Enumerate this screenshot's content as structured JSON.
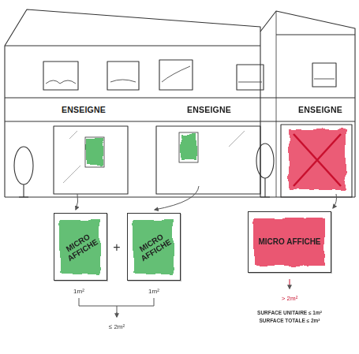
{
  "diagram": {
    "nodes": [
      {
        "text": [
          "ENSEIGNE"
        ]
      },
      {
        "text": [
          "ENSEIGNE"
        ]
      },
      {
        "text": [
          "ENSEIGNE"
        ]
      },
      {
        "text": [
          "MICRO AFFICHE"
        ]
      },
      {
        "text": [
          "MICRO AFFICHE"
        ]
      },
      {
        "text": [
          "MICRO AFFICHE"
        ]
      }
    ],
    "labels": [
      "+",
      "1m²",
      "1m²",
      "≤ 2m²",
      "> 2m²",
      "SURFACE UNITAIRE ≤ 1m²",
      "SURFACE TOTALE ≤ 2m²"
    ]
  }
}
